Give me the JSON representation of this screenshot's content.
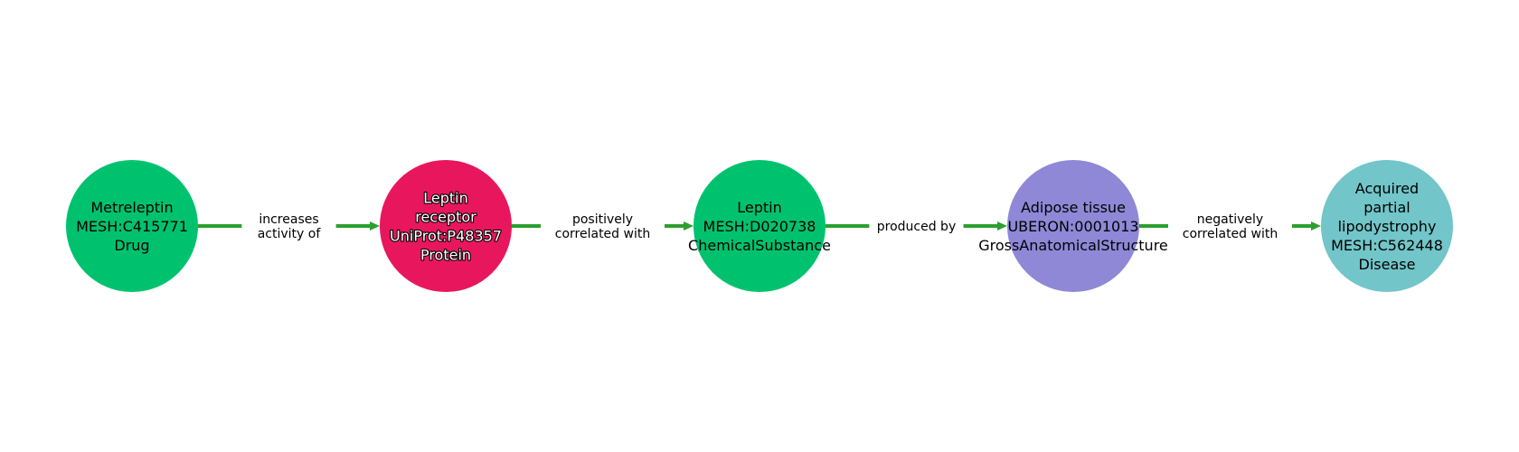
{
  "nodes": [
    {
      "id": "metreleptin",
      "lines": [
        "Metreleptin",
        "MESH:C415771",
        "Drug"
      ],
      "color": "#00c26e",
      "text_color": "dark"
    },
    {
      "id": "leptin-receptor",
      "lines": [
        "Leptin",
        "receptor",
        "UniProt:P48357",
        "Protein"
      ],
      "color": "#e8175d",
      "text_color": "light"
    },
    {
      "id": "leptin",
      "lines": [
        "Leptin",
        "MESH:D020738",
        "ChemicalSubstance"
      ],
      "color": "#00c26e",
      "text_color": "dark"
    },
    {
      "id": "adipose-tissue",
      "lines": [
        "Adipose tissue",
        "UBERON:0001013",
        "GrossAnatomicalStructure"
      ],
      "color": "#8e88d7",
      "text_color": "dark"
    },
    {
      "id": "acquired-partial-lipodystrophy",
      "lines": [
        "Acquired",
        "partial",
        "lipodystrophy",
        "MESH:C562448",
        "Disease"
      ],
      "color": "#72c5c8",
      "text_color": "dark"
    }
  ],
  "edges": [
    {
      "from": "metreleptin",
      "to": "leptin-receptor",
      "lines": [
        "increases",
        "activity of"
      ]
    },
    {
      "from": "leptin-receptor",
      "to": "leptin",
      "lines": [
        "positively",
        "correlated with"
      ]
    },
    {
      "from": "leptin",
      "to": "adipose-tissue",
      "lines": [
        "produced by"
      ]
    },
    {
      "from": "adipose-tissue",
      "to": "acquired-partial-lipodystrophy",
      "lines": [
        "negatively",
        "correlated with"
      ]
    }
  ],
  "colors": {
    "edge": "#2ca02c"
  }
}
